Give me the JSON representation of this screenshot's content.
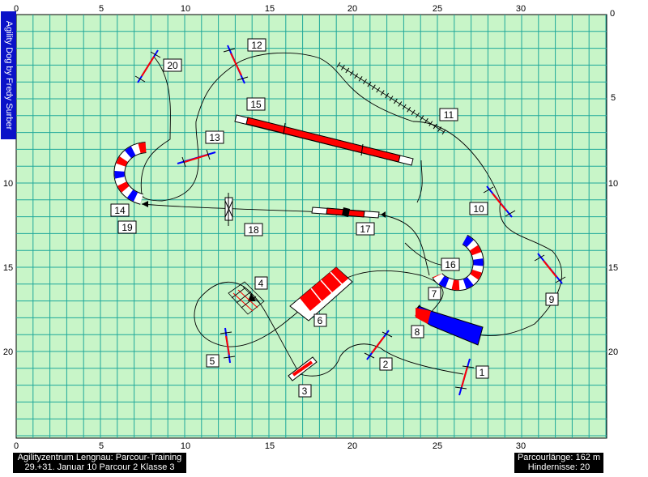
{
  "banner": {
    "text": "Agility Dog by Fredy Surber"
  },
  "footer": {
    "left_line1": "Agilityzentrum Lengnau:  Parcour-Training",
    "left_line2": "29.+31. Januar 10  Parcour 2 Klasse 3",
    "right_line1": "Parcourlänge: 162 m",
    "right_line2": "Hindernisse: 20"
  },
  "axis": {
    "x_ticks": [
      "0",
      "5",
      "10",
      "15",
      "20",
      "25",
      "30"
    ],
    "y_ticks": [
      "5",
      "10",
      "15",
      "20"
    ]
  },
  "colors": {
    "field": "#c8f5c8",
    "grid": "#1fa89a",
    "path": "#000000",
    "red": "#ff0000",
    "blue": "#0000ff"
  },
  "obstacles": [
    {
      "id": "jump",
      "label": "1"
    },
    {
      "id": "jump",
      "label": "2"
    },
    {
      "id": "table",
      "label": "3"
    },
    {
      "id": "tire",
      "label": "4"
    },
    {
      "id": "jump",
      "label": "5"
    },
    {
      "id": "tunnel",
      "label": "6"
    },
    {
      "id": "tunnel-end",
      "label": "7"
    },
    {
      "id": "chute",
      "label": "8"
    },
    {
      "id": "jump",
      "label": "9"
    },
    {
      "id": "jump",
      "label": "10"
    },
    {
      "id": "weave-poles",
      "label": "11"
    },
    {
      "id": "jump",
      "label": "12"
    },
    {
      "id": "jump",
      "label": "13"
    },
    {
      "id": "curved-tunnel",
      "label": "14"
    },
    {
      "id": "dog-walk",
      "label": "15"
    },
    {
      "id": "curved-tunnel",
      "label": "16"
    },
    {
      "id": "seesaw",
      "label": "17"
    },
    {
      "id": "wall",
      "label": "18"
    },
    {
      "id": "tunnel-exit",
      "label": "19"
    },
    {
      "id": "jump",
      "label": "20"
    }
  ]
}
